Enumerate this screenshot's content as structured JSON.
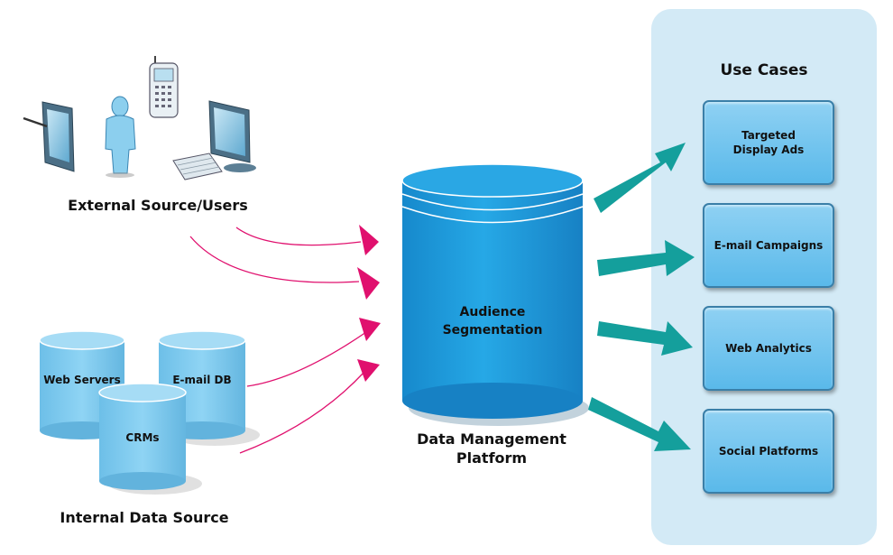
{
  "external": {
    "label": "External Source/Users"
  },
  "internal": {
    "label": "Internal Data Source",
    "stores": {
      "web_servers": "Web Servers",
      "email_db": "E-mail DB",
      "crms": "CRMs"
    }
  },
  "platform": {
    "center_label_line1": "Audience",
    "center_label_line2": "Segmentation",
    "caption_line1": "Data Management",
    "caption_line2": "Platform"
  },
  "use_cases": {
    "title": "Use Cases",
    "items": [
      {
        "label": "Targeted\nDisplay Ads"
      },
      {
        "label": "E-mail Campaigns"
      },
      {
        "label": "Web Analytics"
      },
      {
        "label": "Social Platforms"
      }
    ]
  },
  "colors": {
    "cylinder": "#1e9fe0",
    "store": "#7ccaef",
    "inbound_arrow": "#e0106e",
    "outbound_arrow": "#149f9c",
    "panel": "#d3eaf6"
  },
  "icons": [
    "tablet-icon",
    "person-icon",
    "phone-icon",
    "monitor-icon",
    "keyboard-icon"
  ]
}
